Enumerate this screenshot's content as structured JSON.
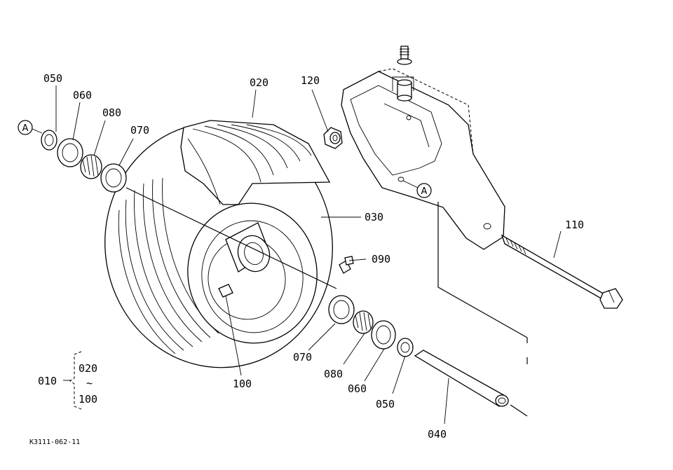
{
  "diagram": {
    "labels": {
      "p010": "010",
      "p020": "020",
      "p030": "030",
      "p040": "040",
      "p050_left": "050",
      "p050_right": "050",
      "p060_left": "060",
      "p060_right": "060",
      "p070_left": "070",
      "p070_right": "070",
      "p080_left": "080",
      "p080_right": "080",
      "p090": "090",
      "p100_callout": "100",
      "p110": "110",
      "p120": "120",
      "range_start": "020",
      "range_tilde": "~",
      "range_end": "100"
    },
    "reference_marks": {
      "left": "A",
      "right": "A"
    },
    "drawing_code": "K3111-062-11"
  }
}
